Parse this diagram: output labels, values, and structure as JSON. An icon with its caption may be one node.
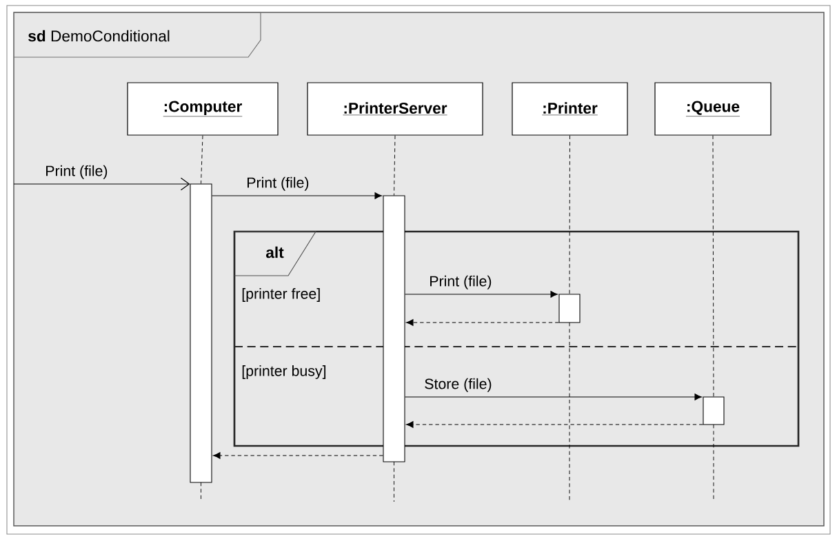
{
  "diagram": {
    "nodes": [
      {
        "text": [
          "**sd** DemoConditional"
        ]
      },
      {
        "text": [
          ":Computer"
        ],
        "in": 0
      },
      {
        "text": [
          ":PrinterServer"
        ],
        "in": 0
      },
      {
        "text": [
          ":Printer"
        ],
        "in": 0
      },
      {
        "text": [
          ":Queue"
        ],
        "in": 0
      },
      {
        "text": [],
        "shape": "bar",
        "in": 0
      },
      {
        "text": [],
        "shape": "bar",
        "in": 0
      },
      {
        "text": [
          "alt",
          "[printer free]",
          "[printer busy]"
        ],
        "in": 0
      },
      {
        "text": [],
        "shape": "bar",
        "in": 7
      },
      {
        "text": [],
        "shape": "bar",
        "in": 7
      }
    ],
    "edges": [
      {
        "from": null,
        "to": 5,
        "arrow": "to",
        "label": "Print (file)"
      },
      {
        "from": 5,
        "to": 6,
        "arrow": "to",
        "label": "Print (file)"
      },
      {
        "from": 6,
        "to": 8,
        "arrow": "to",
        "label": "Print (file)"
      },
      {
        "from": 8,
        "to": 6,
        "arrow": "to",
        "style": "dashed"
      },
      {
        "from": 6,
        "to": 9,
        "arrow": "to",
        "label": "Store (file)"
      },
      {
        "from": 9,
        "to": 6,
        "arrow": "to",
        "style": "dashed"
      },
      {
        "from": 6,
        "to": 5,
        "arrow": "to",
        "style": "dashed"
      },
      {
        "from": 1,
        "to": 5,
        "arrow": "none",
        "style": "dashed"
      },
      {
        "from": 2,
        "to": 6,
        "arrow": "none",
        "style": "dashed"
      },
      {
        "from": 3,
        "to": 8,
        "arrow": "none",
        "style": "dashed"
      },
      {
        "from": 4,
        "to": 9,
        "arrow": "none",
        "style": "dashed"
      }
    ]
  }
}
